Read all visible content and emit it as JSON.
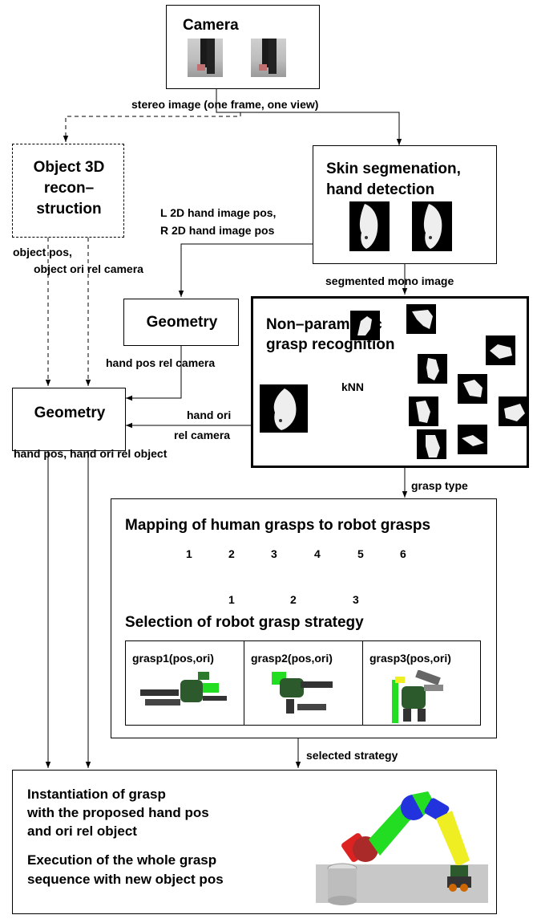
{
  "camera": {
    "title": "Camera"
  },
  "edges": {
    "stereo": "stereo image (one frame, one view)",
    "hand_image_pos": [
      "L 2D hand image pos,",
      "R 2D hand image pos"
    ],
    "object_pos": [
      "object pos,",
      "object ori rel camera"
    ],
    "segmented": "segmented mono image",
    "hand_pos_rel_camera": "hand pos rel camera",
    "hand_ori": [
      "hand ori",
      "rel camera"
    ],
    "hand_pos_ori_rel_object": "hand pos, hand ori rel object",
    "grasp_type": "grasp type",
    "selected_strategy": "selected strategy"
  },
  "object3d": {
    "lines": [
      "Object 3D",
      "recon–",
      "struction"
    ]
  },
  "skin": {
    "lines": [
      "Skin segmenation,",
      "hand detection"
    ]
  },
  "geometry_top": {
    "title": "Geometry"
  },
  "geometry_main": {
    "title": "Geometry"
  },
  "nonparam": {
    "lines": [
      "Non–parametric",
      "grasp recognition"
    ],
    "knn": "kNN"
  },
  "mapping": {
    "title": "Mapping of human grasps to robot grasps",
    "human": [
      "1",
      "2",
      "3",
      "4",
      "5",
      "6"
    ],
    "robot": [
      "1",
      "2",
      "3"
    ],
    "selection": "Selection of robot grasp strategy",
    "grasps": [
      "grasp1(pos,ori)",
      "grasp2(pos,ori)",
      "grasp3(pos,ori)"
    ]
  },
  "instantiation": {
    "lines1": [
      "Instantiation of grasp",
      "with the proposed hand pos",
      "and ori rel object"
    ],
    "lines2": [
      "Execution of the whole grasp",
      "sequence with new object pos"
    ]
  },
  "colors": {
    "arrow_green": "#22b022",
    "arm_green": "#22dd22",
    "arm_blue": "#2233dd",
    "arm_yellow": "#eeee22",
    "arm_red": "#dd2222"
  }
}
